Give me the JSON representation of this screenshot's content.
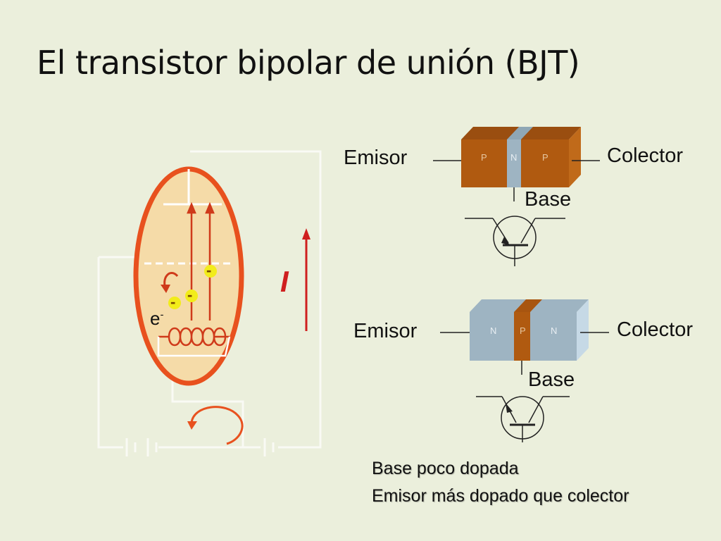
{
  "slide": {
    "title": "El transistor bipolar de unión (BJT)"
  },
  "tube_diagram": {
    "electron_label": "e",
    "electron_superscript": "-",
    "minus_sign": "-",
    "current_label": "I"
  },
  "pnp": {
    "left_label": "Emisor",
    "right_label": "Colector",
    "bottom_label": "Base",
    "layers": [
      "P",
      "N",
      "P"
    ]
  },
  "npn": {
    "left_label": "Emisor",
    "right_label": "Colector",
    "bottom_label": "Base",
    "layers": [
      "N",
      "P",
      "N"
    ]
  },
  "notes": [
    "Base poco dopada",
    "Emisor más dopado que colector"
  ],
  "colors": {
    "background": "#ebefdc",
    "tube_outline": "#e8511e",
    "tube_fill": "#f5dba8",
    "p_region": "#b05a10",
    "n_region": "#9eb4c2",
    "current_arrow": "#cf1f1f",
    "electron_badge": "#f2ec1a"
  }
}
